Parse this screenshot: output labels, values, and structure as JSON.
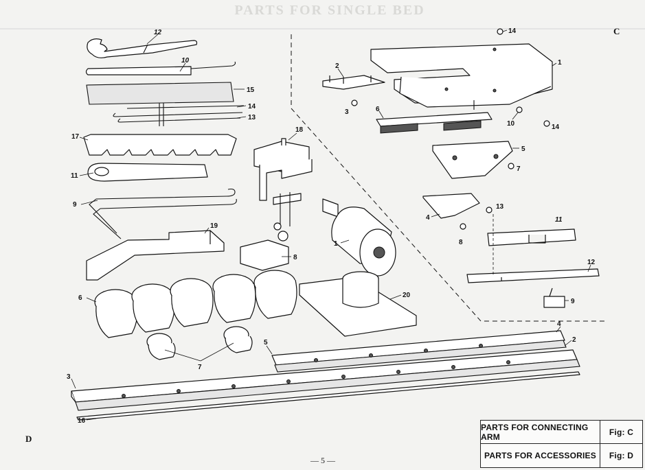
{
  "page": {
    "faded_title": "PARTS FOR SINGLE BED",
    "fig_c_tag": "C",
    "fig_d_tag": "D",
    "page_number": "— 5 —"
  },
  "legend": {
    "rows": [
      {
        "title": "PARTS FOR CONNECTING ARM",
        "fig": "Fig: C"
      },
      {
        "title": "PARTS FOR ACCESSORIES",
        "fig": "Fig: D"
      }
    ]
  },
  "accessories_labels": {
    "p12": "12",
    "p10": "10",
    "p15": "15",
    "p14": "14",
    "p13": "13",
    "p17": "17",
    "p18": "18",
    "p11": "11",
    "p9": "9",
    "p19": "19",
    "p8": "8",
    "p1": "1",
    "p6": "6",
    "p20": "20",
    "p7": "7",
    "p5": "5",
    "p4": "4",
    "p2": "2",
    "p3": "3",
    "p16": "16"
  },
  "arm_labels": {
    "p14a": "14",
    "p1": "1",
    "p2": "2",
    "p3": "3",
    "p6": "6",
    "p10": "10",
    "p14b": "14",
    "p5": "5",
    "p7": "7",
    "p13": "13",
    "p4": "4",
    "p8": "8",
    "p11": "11",
    "p12": "12",
    "p9": "9"
  }
}
